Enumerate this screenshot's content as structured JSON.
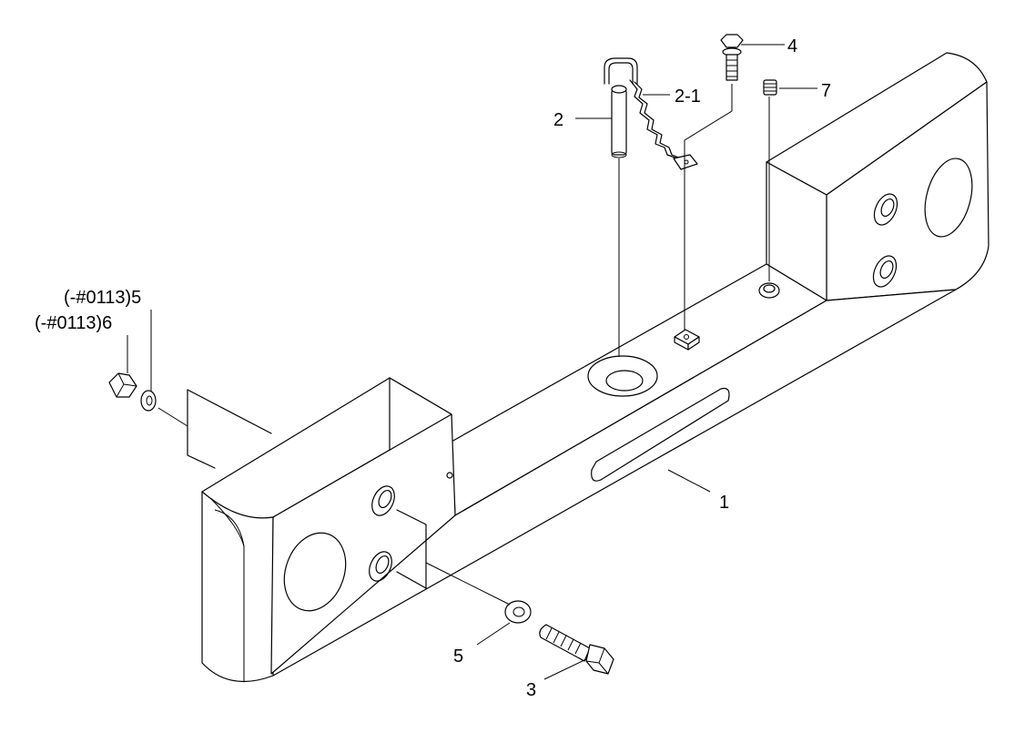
{
  "callouts": {
    "p1": "1",
    "p2": "2",
    "p2_1": "2-1",
    "p3": "3",
    "p4": "4",
    "p5": "5",
    "p5_serial": "(-#0113)5",
    "p6_serial": "(-#0113)6",
    "p7": "7"
  },
  "colors": {
    "line": "#000000",
    "background": "#ffffff"
  }
}
